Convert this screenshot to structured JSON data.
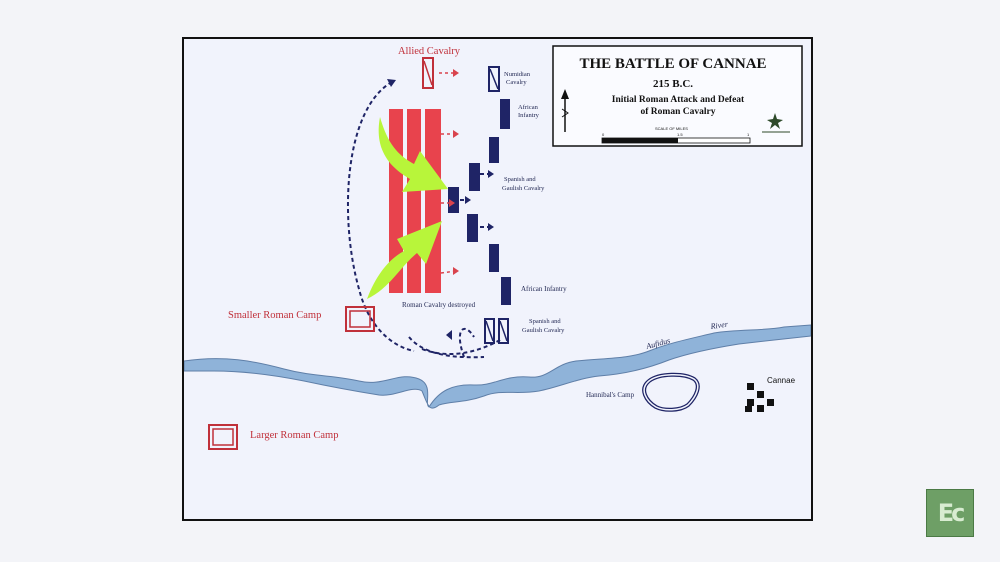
{
  "title_box": {
    "title": "THE BATTLE OF CANNAE",
    "date": "215 B.C.",
    "subtitle_line1": "Initial Roman Attack and Defeat",
    "subtitle_line2": "of Roman Cavalry",
    "scale_label": "SCALE OF MILES",
    "scale_ticks": [
      "0",
      "1.5",
      "1"
    ]
  },
  "labels": {
    "allied_cavalry": "Allied Cavalry",
    "numidian_cavalry_1": "Numidian",
    "numidian_cavalry_2": "Cavalry",
    "african_infantry_top_1": "African",
    "african_infantry_top_2": "Infantry",
    "spanish_gaulish_top_1": "Spanish and",
    "spanish_gaulish_top_2": "Gaulish Cavalry",
    "african_infantry_bottom": "African Infantry",
    "spanish_gaulish_bottom_1": "Spanish and",
    "spanish_gaulish_bottom_2": "Gaulish Cavalry",
    "roman_cavalry_destroyed": "Roman Cavalry destroyed",
    "smaller_roman_camp": "Smaller Roman Camp",
    "larger_roman_camp": "Larger Roman Camp",
    "hannibals_camp": "Hannibal's Camp",
    "cannae": "Cannae",
    "aufidus": "Aufidus",
    "river": "River"
  },
  "colors": {
    "roman": "#e8434d",
    "carthaginian": "#1f2466",
    "attack_arrow": "#b8f53a",
    "river": "#8fb3d9",
    "logo": "#6e9f66"
  },
  "logo": {
    "text": "Ec",
    "icon": "ec-logo-icon"
  }
}
